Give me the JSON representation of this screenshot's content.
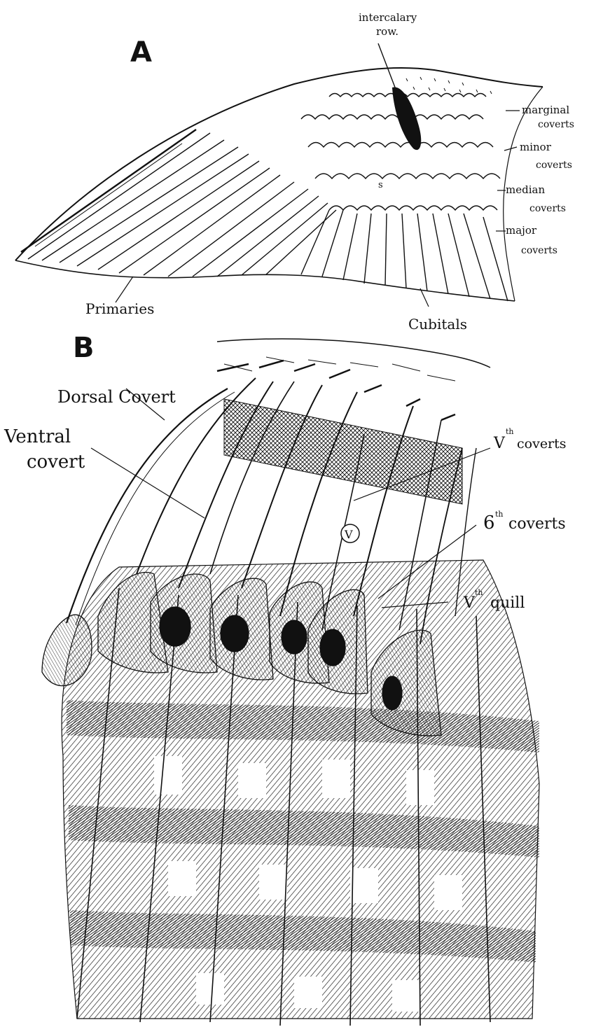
{
  "panel_a": {
    "letter": "A",
    "labels": {
      "intercalary_row_line1": "intercalary",
      "intercalary_row_line2": "row.",
      "marginal_line1": "marginal",
      "marginal_line2": "coverts",
      "minor_line1": "minor",
      "minor_line2": "coverts",
      "median_line1": "median",
      "median_line2": "coverts",
      "major_line1": "major",
      "major_line2": "coverts",
      "s_mark": "s",
      "primaries": "Primaries",
      "cubitals": "Cubitals"
    }
  },
  "panel_b": {
    "letter": "B",
    "labels": {
      "dorsal_covert": "Dorsal Covert",
      "ventral_line1": "Ventral",
      "ventral_line2": "covert",
      "v_coverts_v": "V",
      "v_coverts_sup": "th",
      "v_coverts_word": "coverts",
      "sixth_coverts_num": "6",
      "sixth_coverts_sup": "th",
      "sixth_coverts_word": "coverts",
      "v_quill_v": "V",
      "v_quill_sup": "th",
      "v_quill_word": "quill",
      "circled_v": "V"
    }
  },
  "colors": {
    "ink": "#111111",
    "paper": "#ffffff"
  }
}
